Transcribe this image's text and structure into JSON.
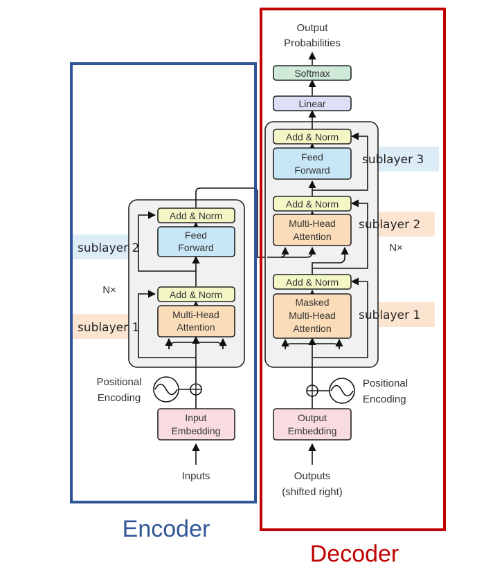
{
  "encoder": {
    "label": "Encoder",
    "inputs": "Inputs",
    "embedding": [
      "Input",
      "Embedding"
    ],
    "positional": [
      "Positional",
      "Encoding"
    ],
    "nx": "N×",
    "attention": [
      "Multi-Head",
      "Attention"
    ],
    "add_norm_1": "Add & Norm",
    "feed_forward": [
      "Feed",
      "Forward"
    ],
    "add_norm_2": "Add & Norm",
    "sublayer_1": "sublayer 1",
    "sublayer_2": "sublayer 2"
  },
  "decoder": {
    "label": "Decoder",
    "outputs": [
      "Outputs",
      "(shifted right)"
    ],
    "embedding": [
      "Output",
      "Embedding"
    ],
    "positional": [
      "Positional",
      "Encoding"
    ],
    "nx": "N×",
    "masked_attention": [
      "Masked",
      "Multi-Head",
      "Attention"
    ],
    "add_norm_1": "Add & Norm",
    "attention": [
      "Multi-Head",
      "Attention"
    ],
    "add_norm_2": "Add & Norm",
    "feed_forward": [
      "Feed",
      "Forward"
    ],
    "add_norm_3": "Add & Norm",
    "linear": "Linear",
    "softmax": "Softmax",
    "output_probabilities": [
      "Output",
      "Probabilities"
    ],
    "sublayer_1": "sublayer 1",
    "sublayer_2": "sublayer 2",
    "sublayer_3": "sublayer 3"
  },
  "colors": {
    "encoder_frame": "#2f5597",
    "decoder_frame": "#c00000",
    "add_norm": "#f3f7c6",
    "feed_forward": "#c7e7f7",
    "attention": "#fbdcb8",
    "embedding": "#f9dcdf",
    "linear": "#dcdff5",
    "softmax": "#cfead8",
    "sublayer_highlight_blue": "#dcedf8",
    "sublayer_highlight_orange": "#fbe5d0",
    "stack_fill": "#f1f1f1"
  }
}
